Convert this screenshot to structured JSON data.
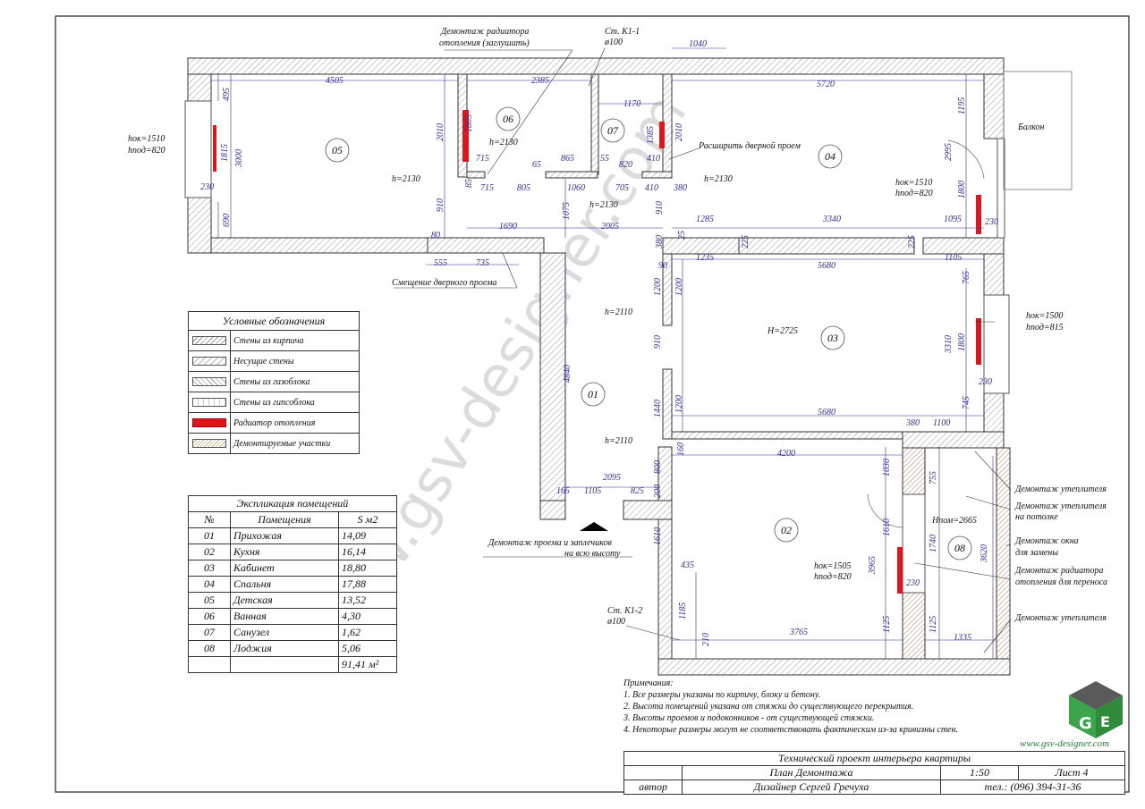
{
  "rooms_on_plan": [
    {
      "id": "01"
    },
    {
      "id": "02"
    },
    {
      "id": "03"
    },
    {
      "id": "04"
    },
    {
      "id": "05"
    },
    {
      "id": "06"
    },
    {
      "id": "07"
    },
    {
      "id": "08"
    }
  ],
  "annotations": {
    "dismantle_radiator": "Демонтаж радиатора",
    "dismantle_radiator_2": "отопления (заглушить)",
    "riser_k1_1": "Ст. К1-1",
    "riser_k1_1_d": "ø100",
    "riser_k1_2": "Ст. К1-2",
    "riser_k1_2_d": "ø100",
    "widen_doorway": "Расширить дверной проем",
    "balcony": "Балкон",
    "hok_1510": "hок=1510",
    "hpod_820": "hпод=820",
    "hok_1510_b": "hок=1510",
    "hpod_820_b": "hпод=820",
    "hok_1500": "hок=1500",
    "hpod_815": "hпод=815",
    "hok_1505": "hок=1505",
    "hpod_820_c": "hпод=820",
    "h2130": "h=2130",
    "h2110": "h=2110",
    "H2725": "H=2725",
    "Hpom2665": "Hпом=2665",
    "door_shift": "Смещение дверного проема",
    "dismantle_opening": "Демонтаж проема и заплечиков",
    "dismantle_opening_2": "на всю высоту",
    "dismantle_insul": "Демонтаж утеплителя",
    "dismantle_insul_ceiling": "Демонтаж утеплителя",
    "dismantle_insul_ceiling_2": "на потолке",
    "dismantle_window": "Демонтаж окна",
    "dismantle_window_2": "для замены",
    "dismantle_rad_move": "Демонтаж радиатора",
    "dismantle_rad_move_2": "отопления для переноса",
    "dismantle_insul_2": "Демонтаж утеплителя"
  },
  "dimensions": {
    "d4505": "4505",
    "d2385": "2385",
    "d1040": "1040",
    "d5720": "5720",
    "d1170": "1170",
    "d495": "495",
    "d1815": "1815",
    "d3000": "3000",
    "d230a": "230",
    "d690": "690",
    "d2010a": "2010",
    "d1805": "1805",
    "d715a": "715",
    "d715b": "715",
    "d65": "65",
    "d865": "865",
    "d55": "55",
    "d805": "805",
    "d1060": "1060",
    "d705": "705",
    "d820": "820",
    "d410a": "410",
    "d410b": "410",
    "d1385": "1385",
    "d2010b": "2010",
    "d1195": "1195",
    "d2995": "2995",
    "d1800a": "1800",
    "d230b": "230",
    "d910a": "910",
    "d910b": "910",
    "d85": "85",
    "d1075": "1075",
    "d1690": "1690",
    "d2005": "2005",
    "d1285": "1285",
    "d3340": "3340",
    "d1095": "1095",
    "d380a": "380",
    "d225a": "225",
    "d225b": "225",
    "d25": "25",
    "d80": "80",
    "d555": "555",
    "d735": "735",
    "d1235": "1235",
    "d5680a": "5680",
    "d1105": "1105",
    "d90": "90",
    "d1200a": "1200",
    "d1200b": "1200",
    "d765": "765",
    "d3310": "3310",
    "d1800b": "1800",
    "d230c": "230",
    "d745": "745",
    "d4840": "4840",
    "d910c": "910",
    "d1440": "1440",
    "d1200c": "1200",
    "d5680b": "5680",
    "d380b": "380",
    "d1100": "1100",
    "d160": "160",
    "d800": "800",
    "d4200": "4200",
    "d1030": "1030",
    "d755": "755",
    "d200": "200",
    "d2095": "2095",
    "d165": "165",
    "d1105b": "1105",
    "d825": "825",
    "d1610a": "1610",
    "d1610b": "1610",
    "d3965": "3965",
    "d1740": "1740",
    "d3620": "3620",
    "d230d": "230",
    "d435": "435",
    "d1185": "1185",
    "d210": "210",
    "d3765": "3765",
    "d1125a": "1125",
    "d1125b": "1125",
    "d1335": "1335"
  },
  "legend": {
    "title": "Условные обозначения",
    "items": [
      {
        "swatch": "sw-brick",
        "label": "Стены из кирпича"
      },
      {
        "swatch": "sw-bear",
        "label": "Несущие стены"
      },
      {
        "swatch": "sw-gas",
        "label": "Стены из газоблока"
      },
      {
        "swatch": "sw-gyp",
        "label": "Стены из гипсоблока"
      },
      {
        "swatch": "sw-rad",
        "label": "Радиатор отопления"
      },
      {
        "swatch": "sw-dem",
        "label": "Демонтируемые участки"
      }
    ]
  },
  "explication": {
    "title": "Экспликация помещений",
    "headers": [
      "№",
      "Помещения",
      "S м2"
    ],
    "rows": [
      [
        "01",
        "Прихожая",
        "14,09"
      ],
      [
        "02",
        "Кухня",
        "16,14"
      ],
      [
        "03",
        "Кабинет",
        "18,80"
      ],
      [
        "04",
        "Спальня",
        "17,88"
      ],
      [
        "05",
        "Детская",
        "13,52"
      ],
      [
        "06",
        "Ванная",
        "4,30"
      ],
      [
        "07",
        "Санузел",
        "1,62"
      ],
      [
        "08",
        "Лоджия",
        "5,06"
      ]
    ],
    "total": "91,41 м²"
  },
  "notes": {
    "title": "Примечания:",
    "lines": [
      "1. Все размеры указаны по кирпичу, блоку и бетону.",
      "2. Высота помещений указана от стяжки до существующего перекрытия.",
      "3. Высоты проемов и подоконников - от существующей стяжки.",
      "4. Некоторые размеры могут не соответствовать фактическим из-за кривизны стен."
    ]
  },
  "title_block": {
    "project": "Технический проект интерьера квартиры",
    "sheet_name": "План Демонтажа",
    "scale": "1:50",
    "sheet_no": "Лист 4",
    "author_label": "автор",
    "designer": "Дизайнер Сергей Гречуха",
    "phone": "тел.: (096) 394-31-36"
  },
  "logo_url": "www.gsv-designer.com",
  "watermark": "www.gsv-designer.com",
  "colors": {
    "radiator": "#e0141c",
    "dimension": "#2d2d9a",
    "logo_green": "#3aa54a"
  }
}
